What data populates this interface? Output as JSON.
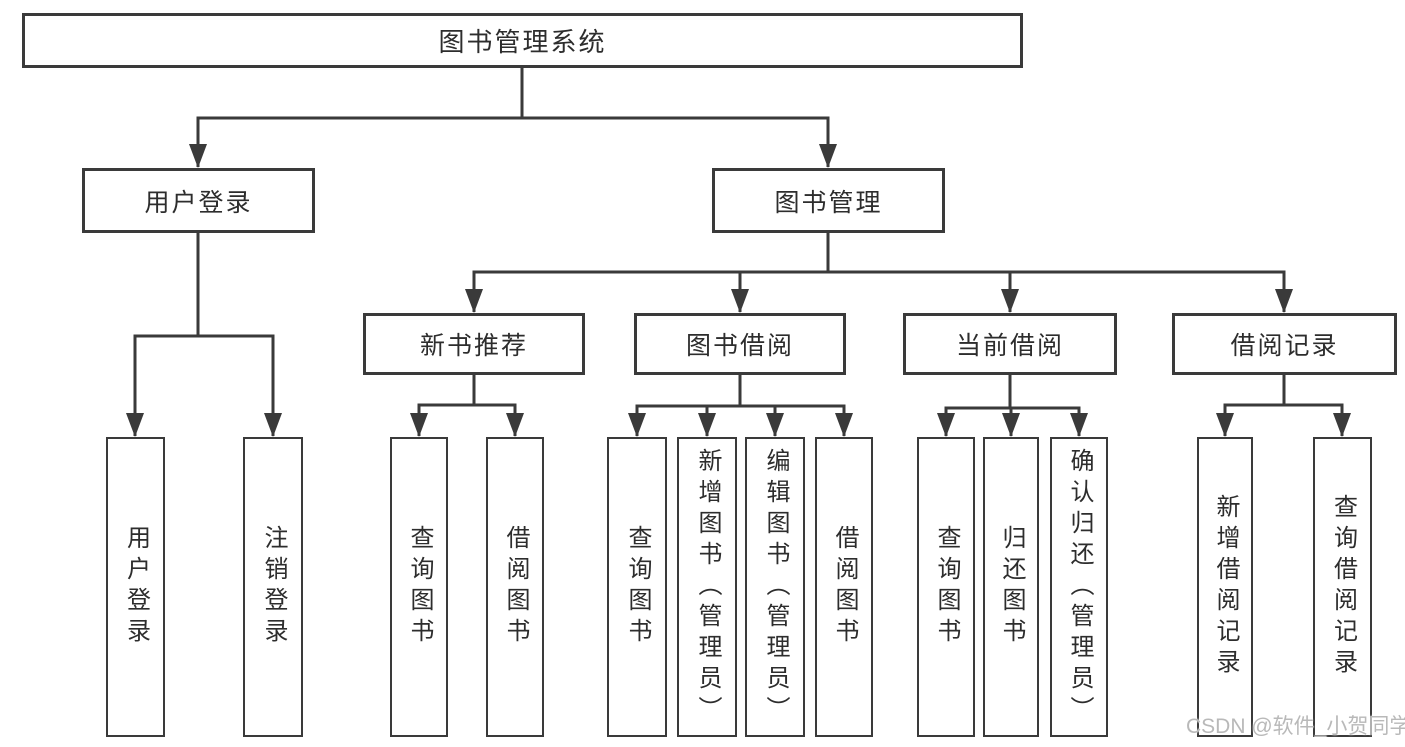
{
  "tree": {
    "root": {
      "label": "图书管理系统"
    },
    "children": [
      {
        "label": "用户登录",
        "children": [
          {
            "label": "用户登录"
          },
          {
            "label": "注销登录"
          }
        ]
      },
      {
        "label": "图书管理",
        "children": [
          {
            "label": "新书推荐",
            "children": [
              {
                "label": "查询图书"
              },
              {
                "label": "借阅图书"
              }
            ]
          },
          {
            "label": "图书借阅",
            "children": [
              {
                "label": "查询图书"
              },
              {
                "label": "新增图书（管理员）"
              },
              {
                "label": "编辑图书（管理员）"
              },
              {
                "label": "借阅图书"
              }
            ]
          },
          {
            "label": "当前借阅",
            "children": [
              {
                "label": "查询图书"
              },
              {
                "label": "归还图书"
              },
              {
                "label": "确认归还（管理员）"
              }
            ]
          },
          {
            "label": "借阅记录",
            "children": [
              {
                "label": "新增借阅记录"
              },
              {
                "label": "查询借阅记录"
              }
            ]
          }
        ]
      }
    ]
  },
  "watermark": {
    "text": "CSDN @软件_小贺同学"
  },
  "colors": {
    "line": "#3a3a3a",
    "text": "#2d2d2d",
    "box_background": "#ffffff",
    "watermark": "#b9b9b9"
  }
}
